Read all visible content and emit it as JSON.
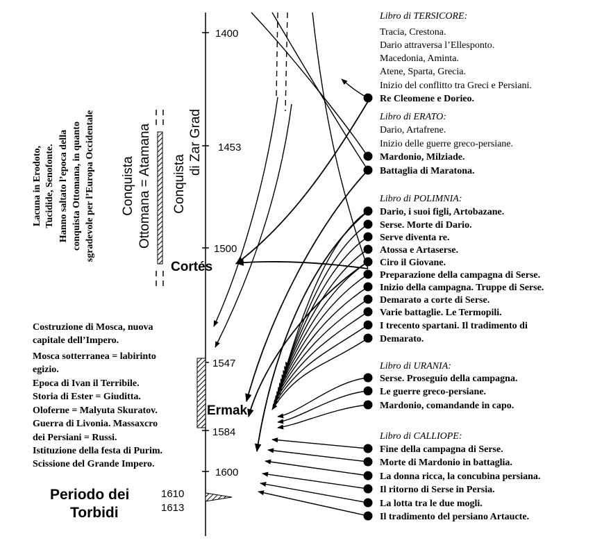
{
  "timeline": {
    "years": [
      "1400",
      "1453",
      "1500",
      "1547",
      "1584",
      "1600",
      "1610",
      "1613"
    ]
  },
  "markers": {
    "cortes": "Cortés",
    "ermak": "Ermak",
    "torbidi_line1": "Periodo dei",
    "torbidi_line2": "Torbidi"
  },
  "vertical_labels": {
    "zar_grad": [
      "Conquista",
      "di Zar Grad"
    ],
    "ottomana": [
      "Conquista",
      "Ottomana = Atamana"
    ],
    "lacuna": [
      "Lacuna in Erodoto,",
      "Tucidide, Senofonte.",
      "Hanno saltato l’epoca della",
      "conquista Ottomana, in quanto",
      "sgradevole per l’Europa Occidentale"
    ]
  },
  "left_events": [
    "Costruzione di Mosca, nuova",
    "capitale dell’Impero.",
    "Mosca sotterranea = labirinto",
    "egizio.",
    "Epoca di Ivan il Terribile.",
    "Storia di Ester = Giuditta.",
    "Oloferne = Malyuta Skuratov.",
    "Guerra di Livonia. Massaxcro",
    "dei Persiani = Russi.",
    "Istituzione della festa di Purim.",
    "Scissione del Grande Impero."
  ],
  "books": [
    {
      "title": "Libro di TERSICORE:",
      "items": [
        {
          "text": "Tracia, Crestona.",
          "bold": false
        },
        {
          "text": "Dario attraversa l’Ellesponto.",
          "bold": false
        },
        {
          "text": "Macedonia, Aminta.",
          "bold": false
        },
        {
          "text": "Atene, Sparta, Grecia.",
          "bold": false
        },
        {
          "text": "Inizio del conflitto tra Greci e Persiani.",
          "bold": false
        },
        {
          "text": "Re Cleomene e Dorieo.",
          "bold": true
        }
      ]
    },
    {
      "title": "Libro di ERATO:",
      "items": [
        {
          "text": "Dario, Artafrene.",
          "bold": false
        },
        {
          "text": "Inizio delle guerre greco-persiane.",
          "bold": false
        },
        {
          "text": "Mardonio, Milziade.",
          "bold": true
        },
        {
          "text": "Battaglia di Maratona.",
          "bold": true
        }
      ]
    },
    {
      "title": "Libro di POLIMNIA:",
      "items": [
        {
          "text": "Dario, i suoi figli, Artobazane.",
          "bold": true
        },
        {
          "text": "Serse. Morte di Dario.",
          "bold": true
        },
        {
          "text": "Serve diventa re.",
          "bold": true
        },
        {
          "text": "Atossa e Artaserse.",
          "bold": true
        },
        {
          "text": "Ciro il Giovane.",
          "bold": true
        },
        {
          "text": "Preparazione della campagna di Serse.",
          "bold": true
        },
        {
          "text": "Inizio della campagna. Truppe di Serse.",
          "bold": true
        },
        {
          "text": "Demarato a corte di Serse.",
          "bold": true
        },
        {
          "text": "Varie battaglie. Le Termopili.",
          "bold": true
        },
        {
          "text": "I trecento spartani. Il tradimento di",
          "bold": true
        },
        {
          "text": "Demarato.",
          "bold": true
        }
      ]
    },
    {
      "title": "Libro di URANIA:",
      "items": [
        {
          "text": "Serse. Proseguio della campagna.",
          "bold": true
        },
        {
          "text": "Le guerre greco-persiane.",
          "bold": true
        },
        {
          "text": "Mardonio, comandande in capo.",
          "bold": true
        }
      ]
    },
    {
      "title": "Libro di CALLIOPE:",
      "items": [
        {
          "text": "Fine della campagna di Serse.",
          "bold": true
        },
        {
          "text": "Morte di Mardonio in battaglia.",
          "bold": true
        },
        {
          "text": "La donna ricca, la concubina persiana.",
          "bold": true
        },
        {
          "text": "Il ritorno di Serse in Persia.",
          "bold": true
        },
        {
          "text": "La lotta tra le due mogli.",
          "bold": true
        },
        {
          "text": "Il tradimento del persiano Artaucte.",
          "bold": true
        }
      ]
    }
  ]
}
